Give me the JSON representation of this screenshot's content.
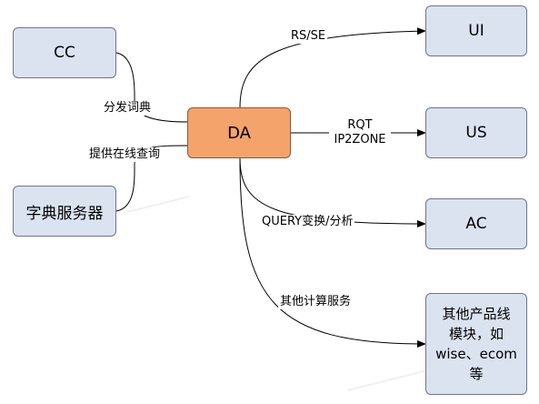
{
  "nodes": {
    "cc": "CC",
    "dict_server": "字典服务器",
    "da": "DA",
    "ui": "UI",
    "us": "US",
    "ac": "AC",
    "other": "其他产品线\n模块，如\nwise、ecom\n等"
  },
  "edges": {
    "cc_da": "分发词典",
    "dict_da": "提供在线查询",
    "da_ui": "RS/SE",
    "da_us": "RQT\nIP2ZONE",
    "da_ac": "QUERY变换/分析",
    "da_other": "其他计算服务"
  },
  "colors": {
    "node_fill": "#dbe3f1",
    "hub_fill": "#f4a36b",
    "line": "#000000"
  }
}
